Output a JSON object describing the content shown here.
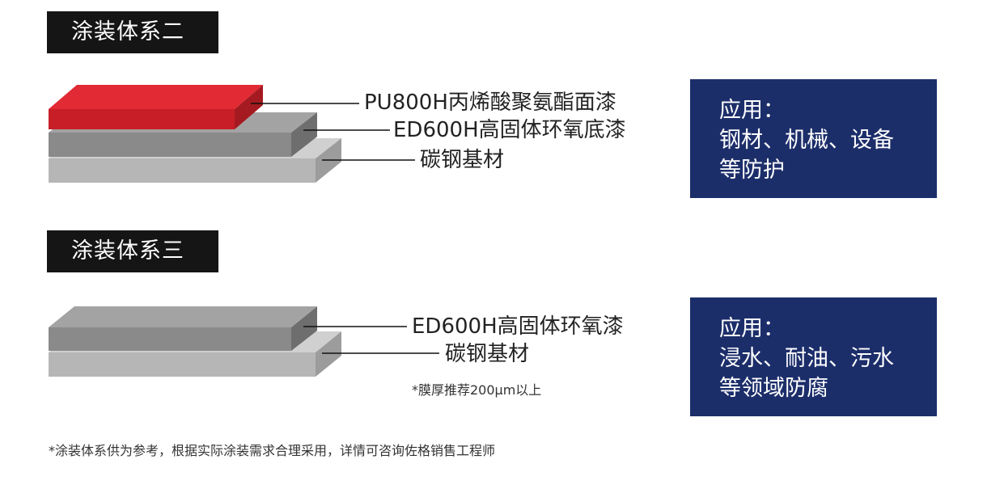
{
  "systems": [
    {
      "title": "涂装体系二",
      "layers": [
        {
          "label": "PU800H丙烯酸聚氨酯面漆",
          "color": "#d6262e"
        },
        {
          "label": "ED600H高固体环氧底漆",
          "color": "#8a8a8a"
        },
        {
          "label": "碳钢基材",
          "color": "#b6b6b6"
        }
      ],
      "application": {
        "heading": "应用：",
        "lines": [
          "钢材、机械、设备",
          "等防护"
        ]
      }
    },
    {
      "title": "涂装体系三",
      "layers": [
        {
          "label": "ED600H高固体环氧漆",
          "color": "#8a8a8a"
        },
        {
          "label": "碳钢基材",
          "color": "#b6b6b6"
        }
      ],
      "note": "*膜厚推荐200μm以上",
      "application": {
        "heading": "应用：",
        "lines": [
          "浸水、耐油、污水",
          "等领域防腐"
        ]
      }
    }
  ],
  "footnote": "*涂装体系供为参考，根据实际涂装需求合理采用，详情可咨询佐格销售工程师",
  "colors": {
    "title_bg": "#151515",
    "panel_bg": "#1c2e6a",
    "red_layer": "#d6262e",
    "primer_layer": "#8a8a8a",
    "substrate_layer": "#b6b6b6"
  }
}
